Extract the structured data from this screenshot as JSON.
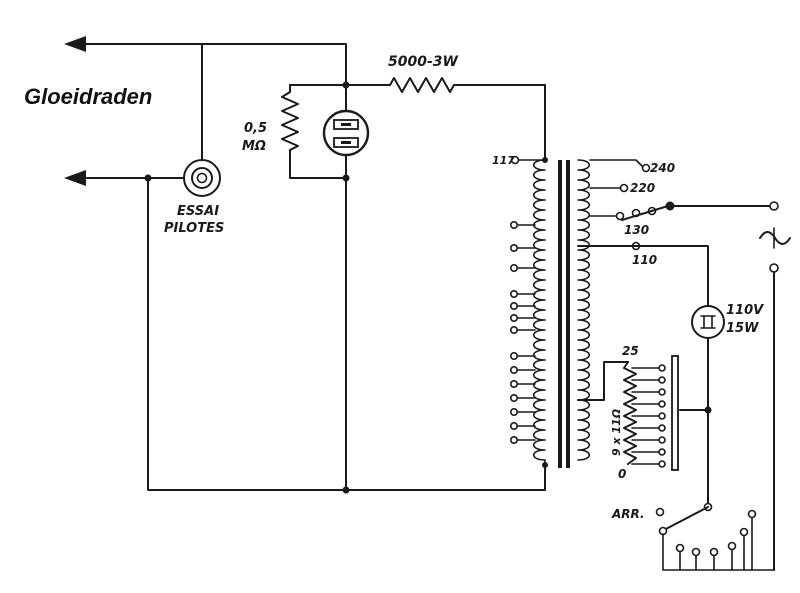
{
  "title": "Gloeidraden",
  "labels": {
    "resistor_series": "5000-3W",
    "resistor_shunt_value": "0,5",
    "resistor_shunt_unit": "MΩ",
    "socket_line1": "ESSAI",
    "socket_line2": "PILOTES",
    "tap_117": "117",
    "tap_240": "240",
    "tap_220": "220",
    "tap_130": "130",
    "tap_110": "110",
    "lamp_voltage": "110V",
    "lamp_power": "15W",
    "tap_25": "25",
    "tap_0": "0",
    "resistor_chain": "9 x 11Ω",
    "switch_off": "ARR.",
    "ac_symbol": "~"
  }
}
